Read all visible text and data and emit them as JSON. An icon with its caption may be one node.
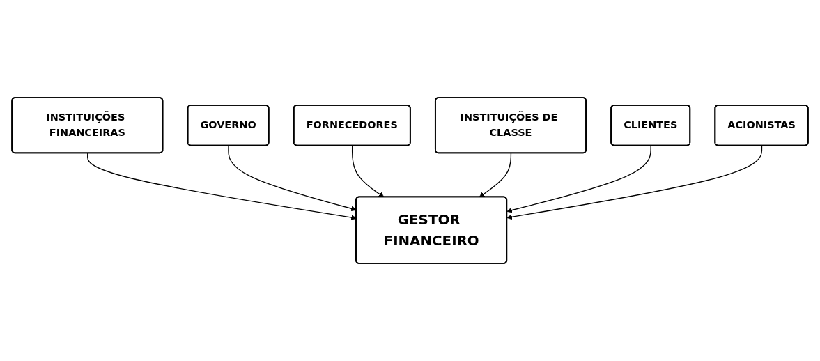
{
  "diagram": {
    "nodes": [
      {
        "text": [
          "INSTITUIÇÕES FINANCEIRAS"
        ]
      },
      {
        "text": [
          "GOVERNO"
        ]
      },
      {
        "text": [
          "GESTOR FINANCEIRO"
        ]
      },
      {
        "text": [
          "FORNECEDORES"
        ]
      },
      {
        "text": [
          "INSTITUIÇÕES DE CLASSE"
        ]
      },
      {
        "text": [
          "CLIENTES"
        ]
      },
      {
        "text": [
          "ACIONISTAS"
        ]
      }
    ],
    "edges": [
      {
        "from": 0,
        "to": 2,
        "arrow": "to"
      },
      {
        "from": 1,
        "to": 2,
        "arrow": "to"
      },
      {
        "from": 3,
        "to": 2,
        "arrow": "to"
      },
      {
        "from": 4,
        "to": 2,
        "arrow": "to"
      },
      {
        "from": 5,
        "to": 2,
        "arrow": "to"
      },
      {
        "from": 6,
        "to": 2,
        "arrow": "to"
      }
    ]
  }
}
